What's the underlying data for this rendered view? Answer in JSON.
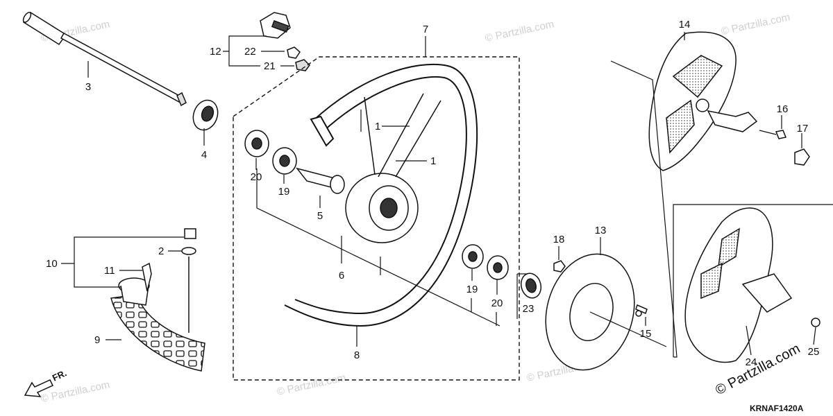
{
  "diagram": {
    "callouts": {
      "n1a": "1",
      "n1b": "1",
      "n2": "2",
      "n3": "3",
      "n4": "4",
      "n5": "5",
      "n6": "6",
      "n7": "7",
      "n8": "8",
      "n9": "9",
      "n10": "10",
      "n11": "11",
      "n12": "12",
      "n13": "13",
      "n14": "14",
      "n15": "15",
      "n16": "16",
      "n17": "17",
      "n18": "18",
      "n19a": "19",
      "n19b": "19",
      "n20a": "20",
      "n20b": "20",
      "n21": "21",
      "n22": "22",
      "n23": "23",
      "n24": "24",
      "n25": "25"
    },
    "diagram_code": "KRNAF1420A",
    "front_arrow_label": "FR.",
    "watermark": "© Partzilla.com",
    "copyright": "© Partzilla.com"
  },
  "colors": {
    "ink": "#111111",
    "watermark": "#cfcfcf",
    "hatch": "#9a9a9a"
  }
}
